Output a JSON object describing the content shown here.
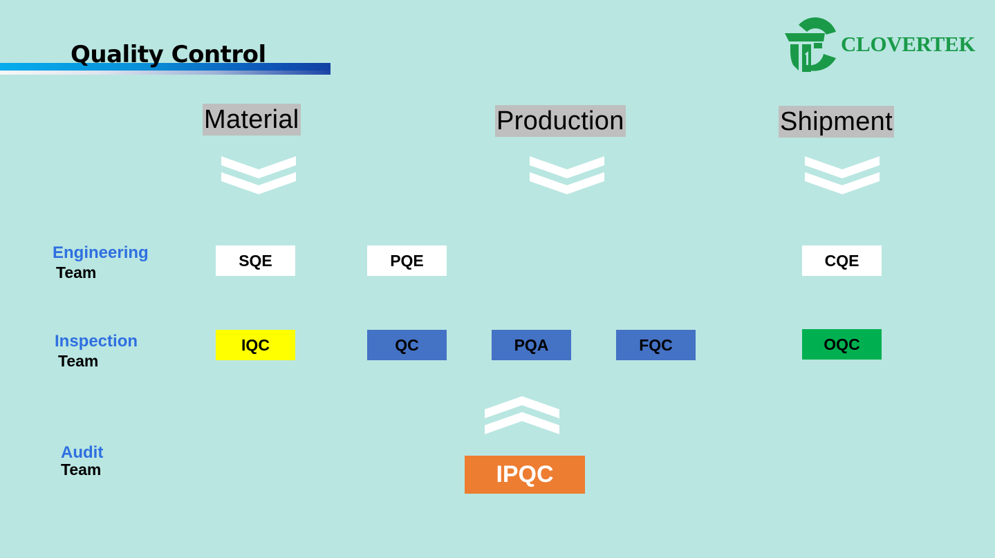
{
  "header": {
    "title": "Quality Control",
    "logo_text": "CLOVERTEK",
    "logo_icon": "clovertek-tc-logo-icon"
  },
  "colors": {
    "background": "#b9e6e1",
    "stage_bg": "#bfbfbf",
    "row_label_accent": "#2f6fe0",
    "logo_green": "#1a9a48",
    "white_box": "#ffffff",
    "yellow_box": "#ffff00",
    "blue_box": "#4472c4",
    "green_box": "#00b050",
    "orange_box": "#ed7d31"
  },
  "stages": [
    {
      "label": "Material",
      "arrow": "double-chevron-down-icon"
    },
    {
      "label": "Production",
      "arrow": "double-chevron-down-icon"
    },
    {
      "label": "Shipment",
      "arrow": "double-chevron-down-icon"
    }
  ],
  "rows": {
    "engineering": {
      "label_line1": "Engineering",
      "label_line2": "Team",
      "boxes": [
        "SQE",
        "PQE",
        "CQE"
      ]
    },
    "inspection": {
      "label_line1": "Inspection",
      "label_line2": "Team",
      "boxes": [
        "IQC",
        "QC",
        "PQA",
        "FQC",
        "OQC"
      ]
    },
    "audit": {
      "label_line1": "Audit",
      "label_line2": "Team",
      "boxes": [
        "IPQC"
      ],
      "arrow": "double-chevron-up-icon"
    }
  }
}
